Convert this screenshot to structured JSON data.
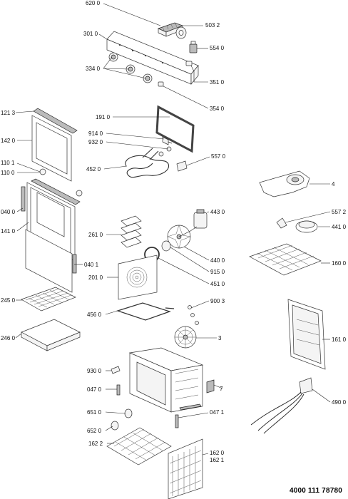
{
  "document_code": "4000 111 78780",
  "labels": [
    {
      "id": "l6200",
      "text": "620 0"
    },
    {
      "id": "l5032",
      "text": "503 2"
    },
    {
      "id": "l3010",
      "text": "301 0"
    },
    {
      "id": "l5540",
      "text": "554 0"
    },
    {
      "id": "l3340",
      "text": "334 0"
    },
    {
      "id": "l3510",
      "text": "351 0"
    },
    {
      "id": "l3540",
      "text": "354 0"
    },
    {
      "id": "l1213",
      "text": "121 3"
    },
    {
      "id": "l1910",
      "text": "191 0"
    },
    {
      "id": "l1420",
      "text": "142 0"
    },
    {
      "id": "l9140",
      "text": "914 0"
    },
    {
      "id": "l9320",
      "text": "932 0"
    },
    {
      "id": "l5570",
      "text": "557 0"
    },
    {
      "id": "l1101",
      "text": "110 1"
    },
    {
      "id": "l1100",
      "text": "110 0"
    },
    {
      "id": "l4520",
      "text": "452 0"
    },
    {
      "id": "l4",
      "text": "4"
    },
    {
      "id": "l0400",
      "text": "040 0"
    },
    {
      "id": "l4430",
      "text": "443 0"
    },
    {
      "id": "l5572",
      "text": "557 2"
    },
    {
      "id": "l1410",
      "text": "141 0"
    },
    {
      "id": "l4410",
      "text": "441 0"
    },
    {
      "id": "l2610",
      "text": "261 0"
    },
    {
      "id": "l4400",
      "text": "440 0"
    },
    {
      "id": "l1600",
      "text": "160 0"
    },
    {
      "id": "l0401",
      "text": "040 1"
    },
    {
      "id": "l9150",
      "text": "915 0"
    },
    {
      "id": "l2010",
      "text": "201 0"
    },
    {
      "id": "l4510",
      "text": "451 0"
    },
    {
      "id": "l2450",
      "text": "245 0"
    },
    {
      "id": "l9003",
      "text": "900 3"
    },
    {
      "id": "l4560",
      "text": "456 0"
    },
    {
      "id": "l3",
      "text": "3"
    },
    {
      "id": "l1610",
      "text": "161 0"
    },
    {
      "id": "l2460",
      "text": "246 0"
    },
    {
      "id": "l9300",
      "text": "930 0"
    },
    {
      "id": "l7",
      "text": "7"
    },
    {
      "id": "l0470",
      "text": "047 0"
    },
    {
      "id": "l4900",
      "text": "490 0"
    },
    {
      "id": "l6510",
      "text": "651 0"
    },
    {
      "id": "l0471",
      "text": "047 1"
    },
    {
      "id": "l6520",
      "text": "652 0"
    },
    {
      "id": "l1622",
      "text": "162 2"
    },
    {
      "id": "l1620",
      "text": "162 0"
    },
    {
      "id": "l1621",
      "text": "162 1"
    }
  ]
}
